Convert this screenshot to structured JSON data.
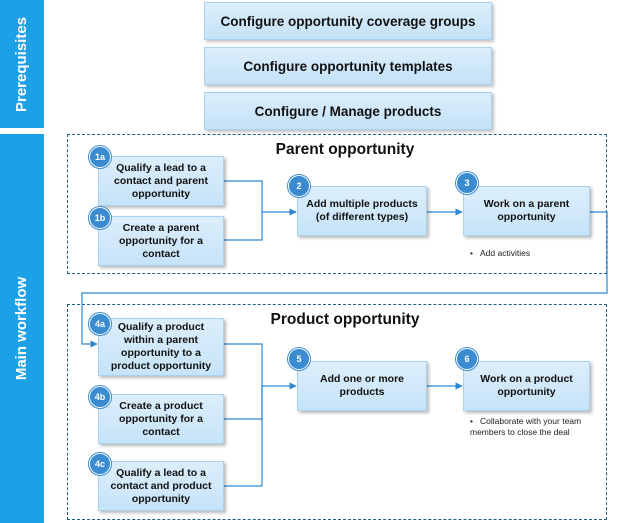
{
  "sidebar": {
    "prerequisites": "Prerequisites",
    "main_workflow": "Main workflow"
  },
  "prerequisites": [
    "Configure opportunity coverage groups",
    "Configure opportunity templates",
    "Configure / Manage products"
  ],
  "parent_section": {
    "title": "Parent opportunity",
    "steps": [
      {
        "badge": "1a",
        "label": "Qualify a lead to a contact and parent opportunity"
      },
      {
        "badge": "1b",
        "label": "Create a parent opportunity for a contact"
      },
      {
        "badge": "2",
        "label": "Add multiple products (of different types)"
      },
      {
        "badge": "3",
        "label": "Work on a parent opportunity"
      }
    ],
    "note": "Add activities"
  },
  "product_section": {
    "title": "Product opportunity",
    "steps": [
      {
        "badge": "4a",
        "label": "Qualify a product within a parent opportunity to a product opportunity"
      },
      {
        "badge": "4b",
        "label": "Create a product opportunity for a contact"
      },
      {
        "badge": "4c",
        "label": "Qualify a lead to a contact and product opportunity"
      },
      {
        "badge": "5",
        "label": "Add one or more products"
      },
      {
        "badge": "6",
        "label": "Work on a product opportunity"
      }
    ],
    "note": "Collaborate with your team members to close the deal"
  },
  "colors": {
    "sidebar": "#1da1e6",
    "box_top": "#dceefb",
    "box_bottom": "#c6e3f8",
    "badge": "#3a8bd0",
    "border_dashed": "#1f5e86",
    "connector": "#2f86d1"
  }
}
